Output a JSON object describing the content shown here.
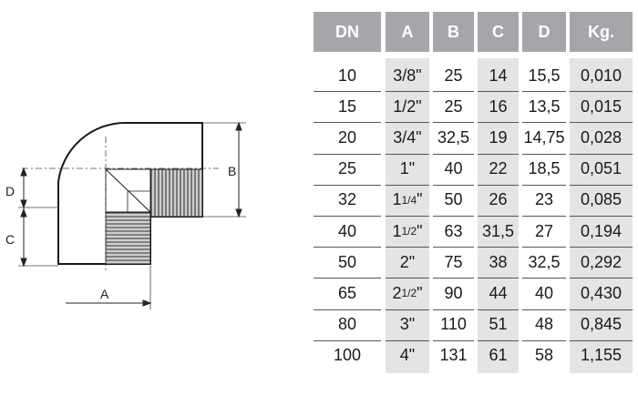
{
  "drawing": {
    "dimension_labels": {
      "A": "A",
      "B": "B",
      "C": "C",
      "D": "D"
    }
  },
  "table": {
    "headers": [
      "DN",
      "A",
      "B",
      "C",
      "D",
      "Kg."
    ],
    "rows": [
      {
        "dn": "10",
        "a_main": "3/8\"",
        "a_whole": "",
        "a_frac": "",
        "a_mark": "",
        "b": "25",
        "c": "14",
        "d": "15,5",
        "kg": "0,010"
      },
      {
        "dn": "15",
        "a_main": "1/2\"",
        "a_whole": "",
        "a_frac": "",
        "a_mark": "",
        "b": "25",
        "c": "16",
        "d": "13,5",
        "kg": "0,015"
      },
      {
        "dn": "20",
        "a_main": "3/4\"",
        "a_whole": "",
        "a_frac": "",
        "a_mark": "",
        "b": "32,5",
        "c": "19",
        "d": "14,75",
        "kg": "0,028"
      },
      {
        "dn": "25",
        "a_main": "1\"",
        "a_whole": "",
        "a_frac": "",
        "a_mark": "",
        "b": "40",
        "c": "22",
        "d": "18,5",
        "kg": "0,051"
      },
      {
        "dn": "32",
        "a_main": "",
        "a_whole": "1",
        "a_frac": "1/4",
        "a_mark": "\"",
        "b": "50",
        "c": "26",
        "d": "23",
        "kg": "0,085"
      },
      {
        "dn": "40",
        "a_main": "",
        "a_whole": "1",
        "a_frac": "1/2",
        "a_mark": "\"",
        "b": "63",
        "c": "31,5",
        "d": "27",
        "kg": "0,194"
      },
      {
        "dn": "50",
        "a_main": "2\"",
        "a_whole": "",
        "a_frac": "",
        "a_mark": "",
        "b": "75",
        "c": "38",
        "d": "32,5",
        "kg": "0,292"
      },
      {
        "dn": "65",
        "a_main": "",
        "a_whole": "2",
        "a_frac": "1/2",
        "a_mark": "\"",
        "b": "90",
        "c": "44",
        "d": "40",
        "kg": "0,430"
      },
      {
        "dn": "80",
        "a_main": "3\"",
        "a_whole": "",
        "a_frac": "",
        "a_mark": "",
        "b": "110",
        "c": "51",
        "d": "48",
        "kg": "0,845"
      },
      {
        "dn": "100",
        "a_main": "4\"",
        "a_whole": "",
        "a_frac": "",
        "a_mark": "",
        "b": "131",
        "c": "61",
        "d": "58",
        "kg": "1,155"
      }
    ]
  },
  "colors": {
    "header_bg": "#a4a6aa",
    "header_text": "#ffffff",
    "shaded_column": "#e4e4e4",
    "rule_line": "#555555"
  }
}
